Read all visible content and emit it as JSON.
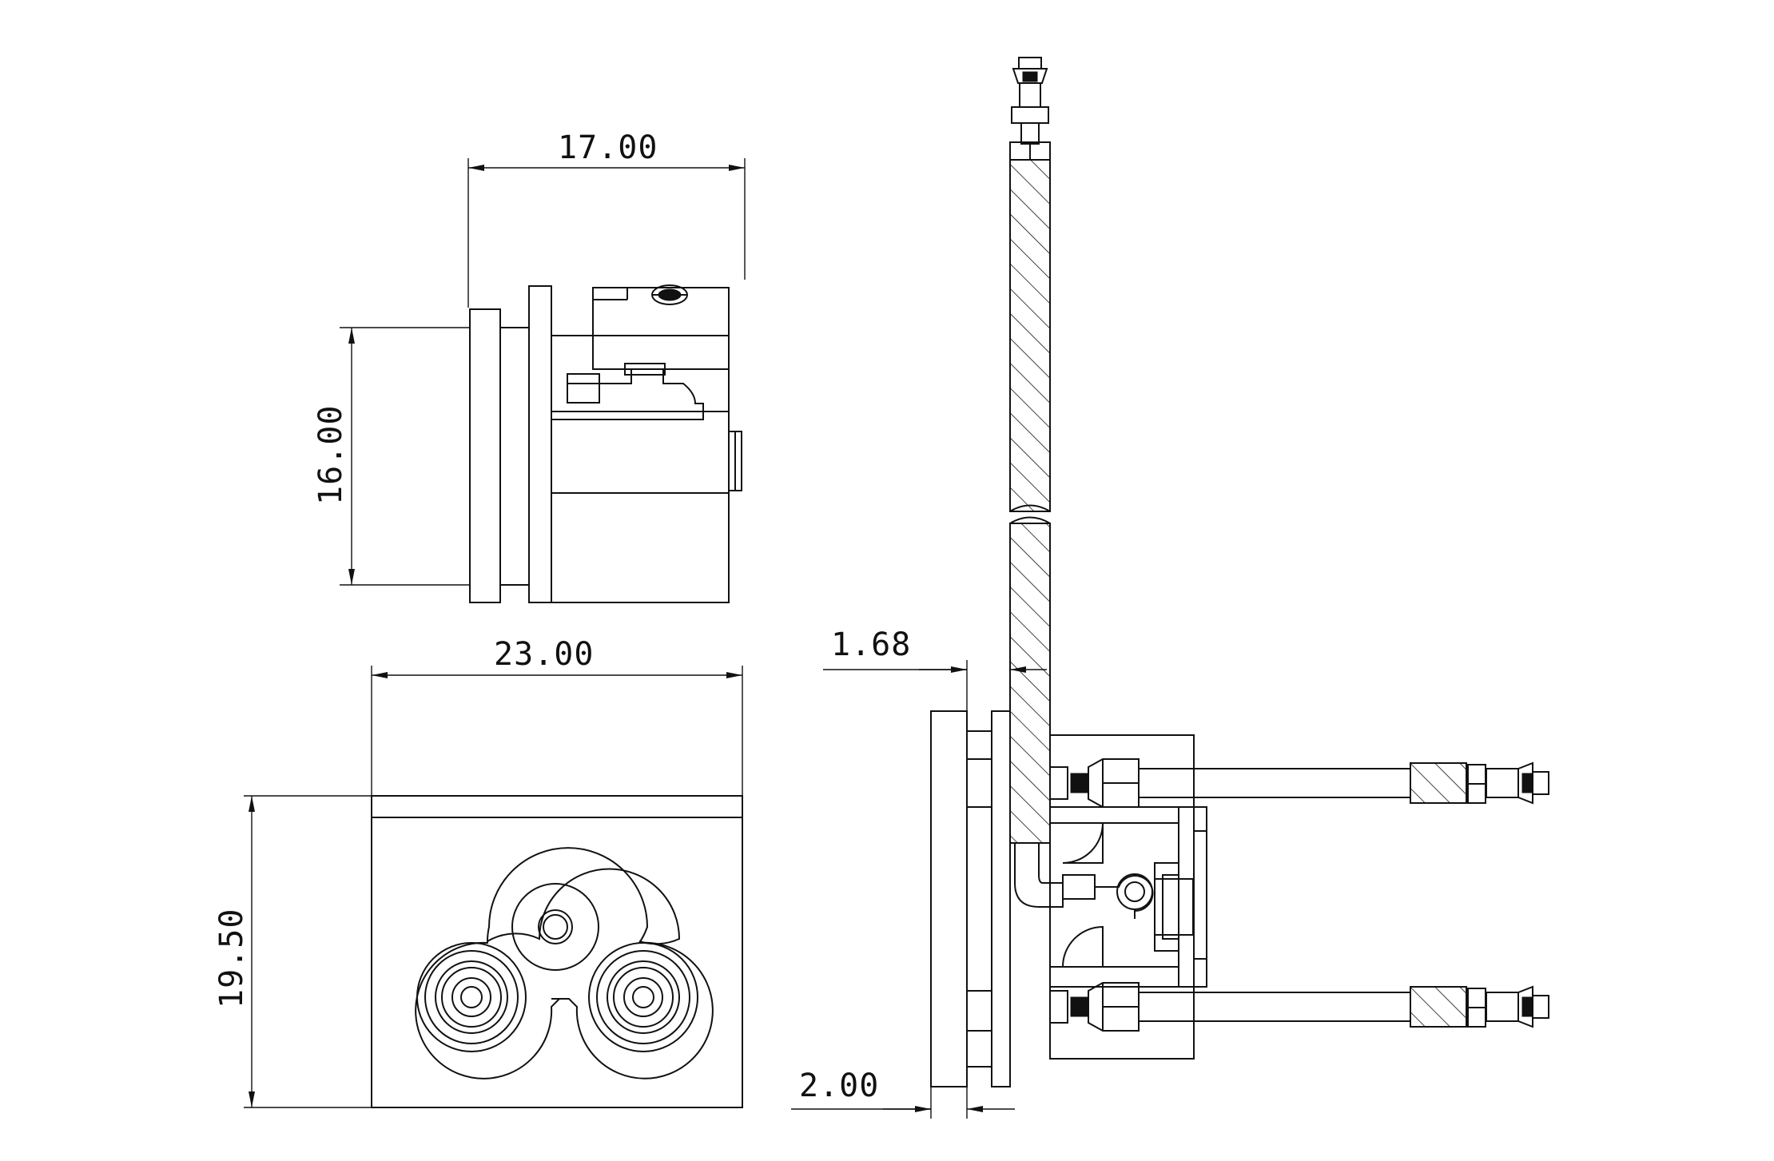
{
  "drawing": {
    "dimensions": {
      "top_width": "17.00",
      "top_height": "16.00",
      "front_width": "23.00",
      "front_height": "19.50",
      "side_offset": "1.68",
      "side_plate": "2.00"
    },
    "line_color": "#111111",
    "background": "#ffffff"
  }
}
